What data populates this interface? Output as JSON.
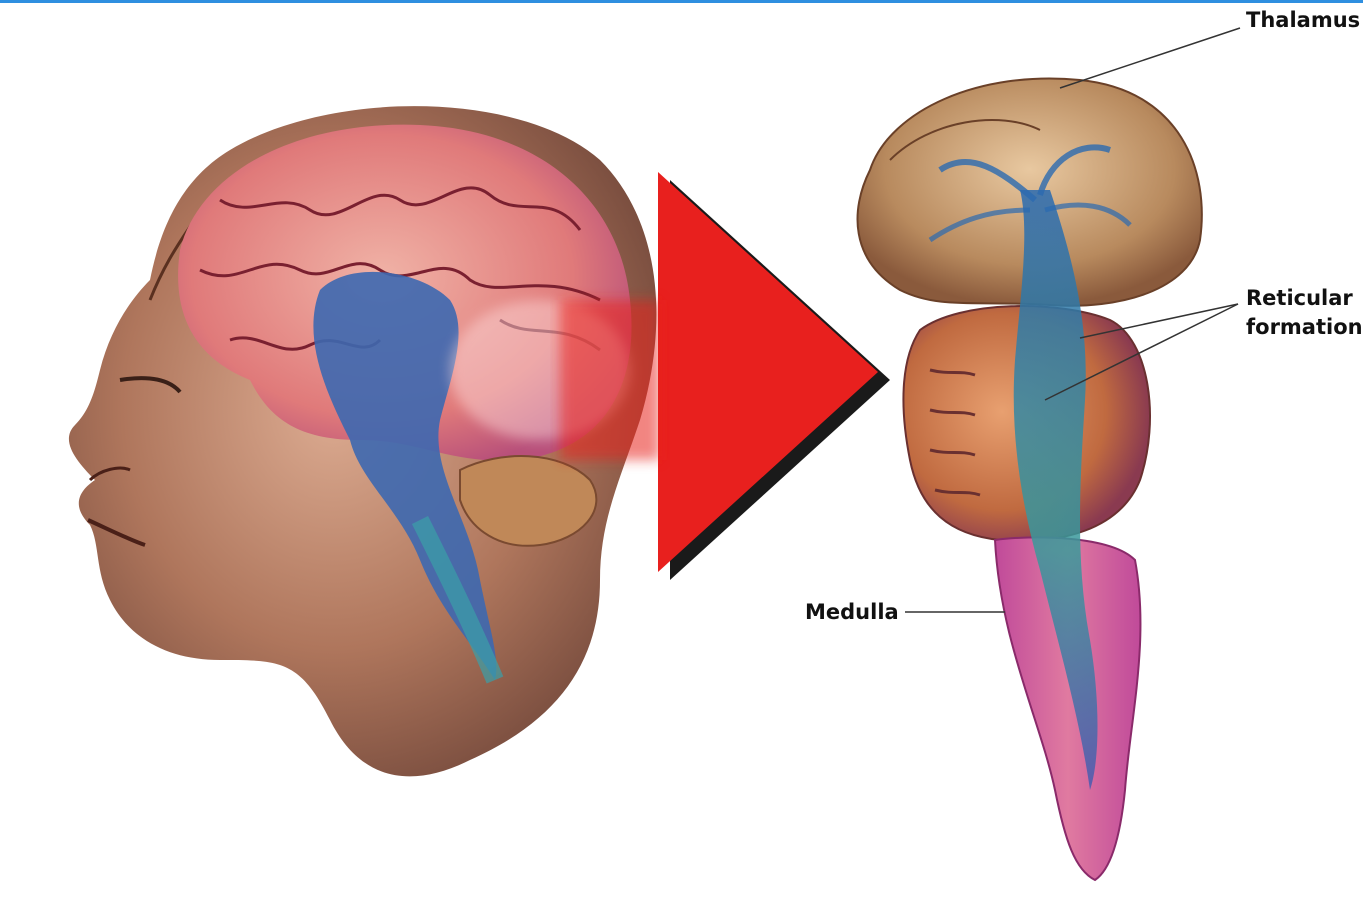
{
  "labels": {
    "thalamus": "Thalamus",
    "reticular_formation": "Reticular\nformation",
    "medulla": "Medulla"
  },
  "colors": {
    "frame_top": "#2f8fe0",
    "arrow": "#e8201e",
    "arrow_shadow": "#1a1a1a",
    "skin": "#a0664a",
    "cerebrum": "#e08a8a",
    "brainstem": "#3f6fb0",
    "reticular": "#3a8aa8",
    "medulla": "#c04a9a",
    "label_text": "#111111"
  },
  "icons": {
    "head": "human-head-profile-illustration",
    "arrow": "red-arrow-right",
    "brainstem": "brainstem-illustration"
  }
}
